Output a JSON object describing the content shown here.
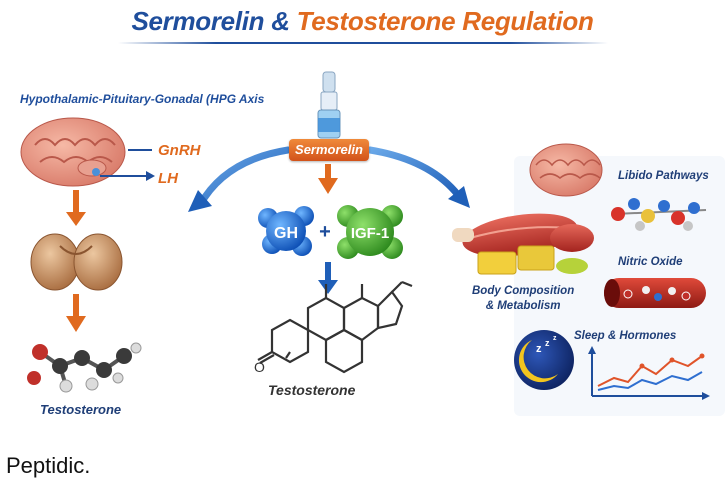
{
  "title": {
    "part1": "Sermorelin",
    "part2": " & ",
    "part3": "Testosterone Regulation"
  },
  "axis_label": "Hypothalamic-Pituitary-Gonadal (HPG Axis",
  "left": {
    "gnrh": "GnRH",
    "lh": "LH",
    "testosterone": "Testosterone"
  },
  "center": {
    "sermorelin": "Sermorelin",
    "gh": "GH",
    "plus": "+",
    "igf": "IGF-1",
    "testosterone": "Testosterone"
  },
  "right": {
    "libido": "Libido Pathways",
    "nitric": "Nitric Oxide",
    "body_line1": "Body Composition",
    "body_line2": "& Metabolism",
    "sleep": "Sleep & Hormones"
  },
  "footer": "Peptidic.",
  "colors": {
    "blue": "#1f4e9c",
    "orange": "#e06a1f"
  }
}
